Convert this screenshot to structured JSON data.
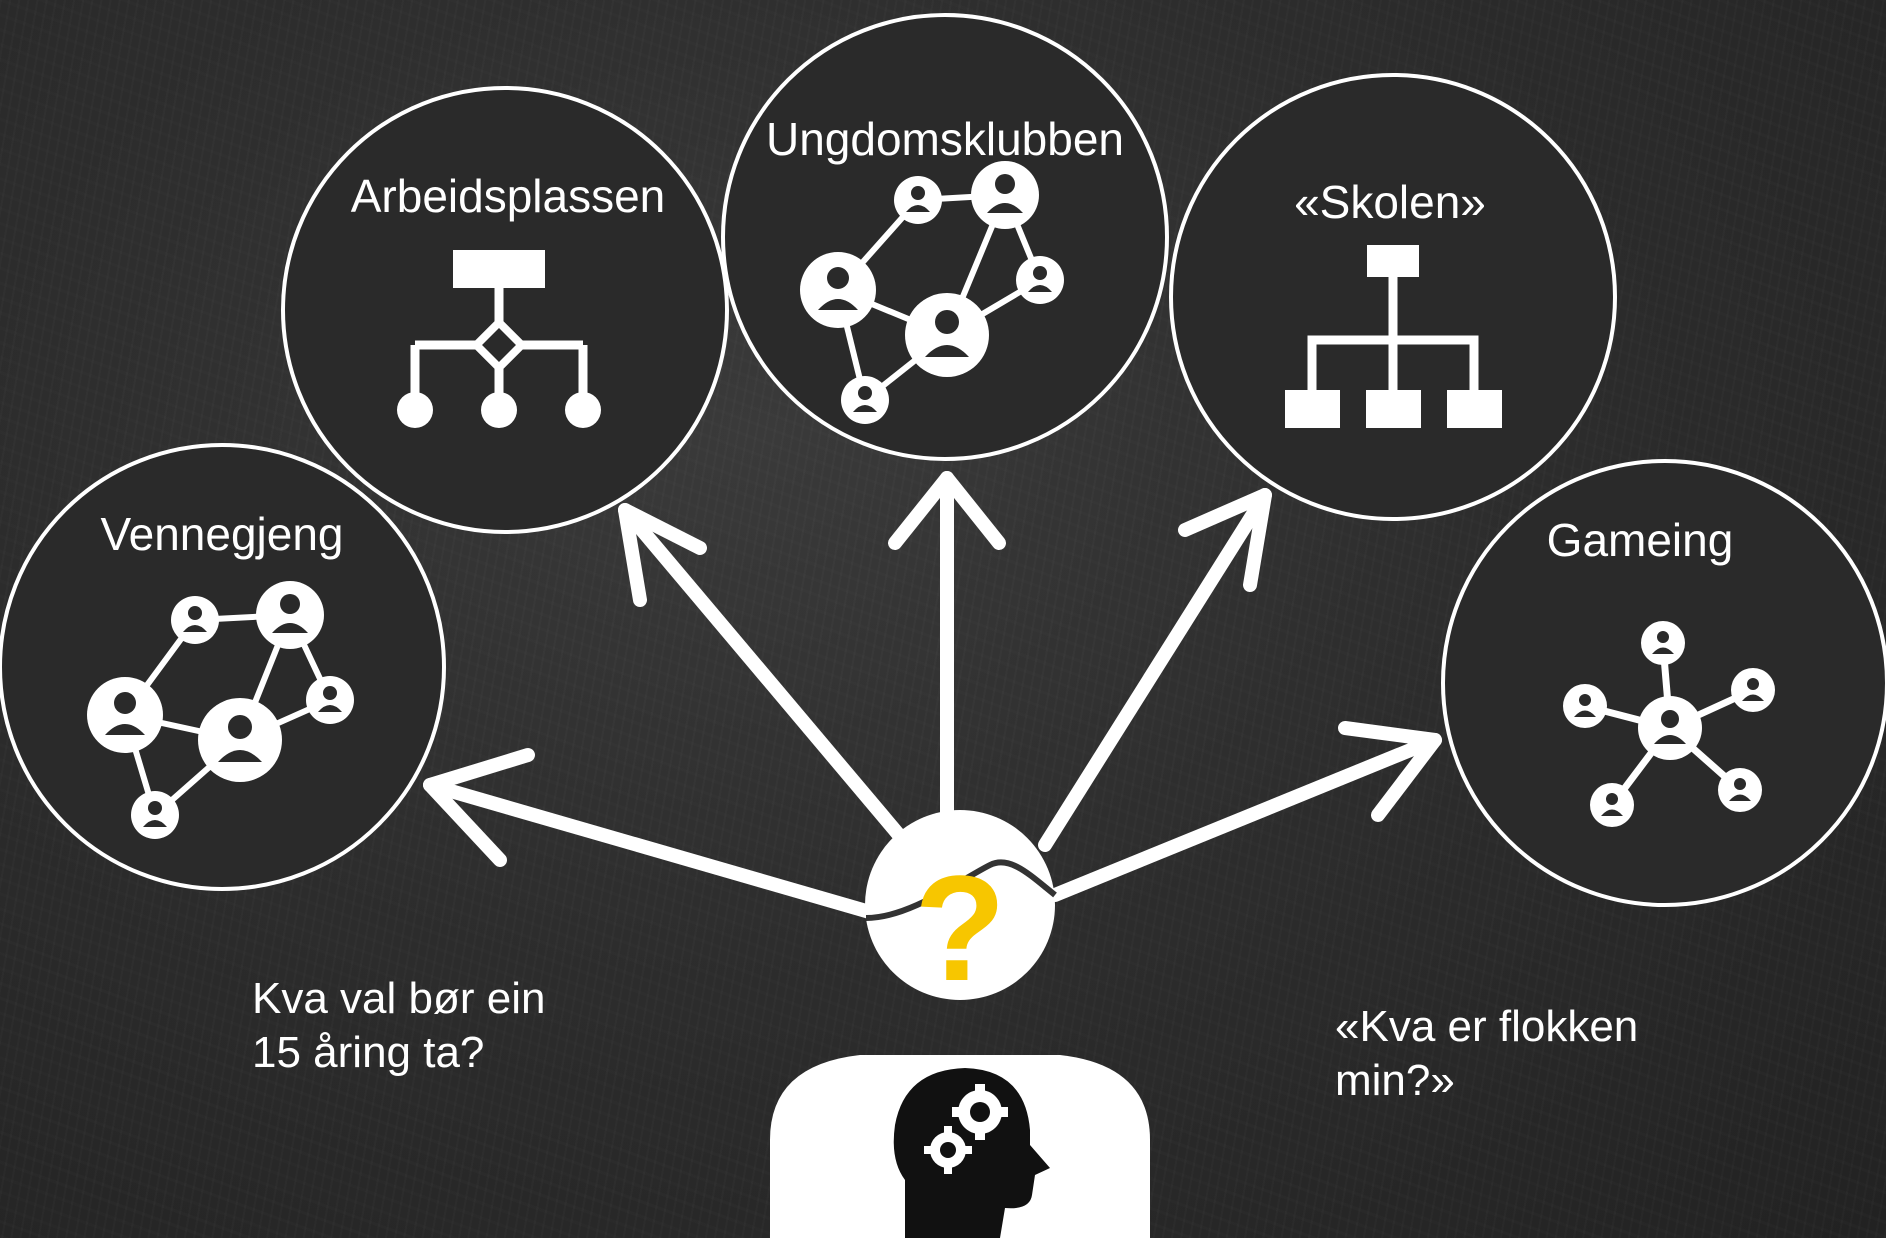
{
  "nodes": {
    "vennegjeng": "Vennegjeng",
    "arbeidsplassen": "Arbeidsplassen",
    "ungdomsklubben": "Ungdomsklubben",
    "skolen": "«Skolen»",
    "gameing": "Gameing"
  },
  "center": {
    "symbol": "?"
  },
  "captions": {
    "left_line1": "Kva val bør ein",
    "left_line2": "15 åring ta?",
    "right_line1": "«Kva er flokken",
    "right_line2": "min?»"
  },
  "colors": {
    "background": "#2d2d2d",
    "chalk": "#ffffff",
    "accent": "#f7c600",
    "head": "#111111"
  },
  "icons": {
    "vennegjeng": "social-network-icon",
    "arbeidsplassen": "decision-tree-icon",
    "ungdomsklubben": "social-network-icon",
    "skolen": "org-chart-icon",
    "gameing": "hub-network-icon",
    "person": "thinking-head-gears-icon"
  }
}
